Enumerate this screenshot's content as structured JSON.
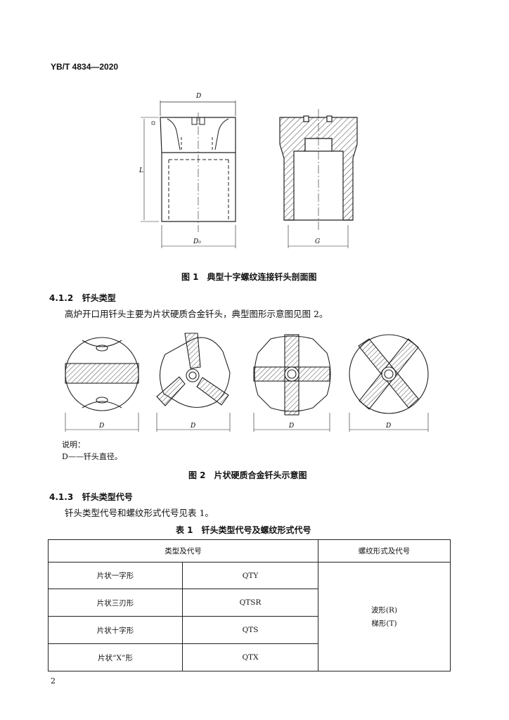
{
  "header": {
    "std_code": "YB/T 4834—2020"
  },
  "figure1": {
    "caption": "图 1　典型十字螺纹连接钎头剖面图",
    "labels": {
      "d": "D",
      "l": "L",
      "d0": "D₀",
      "g": "G"
    }
  },
  "section_412": {
    "number": "4.1.2",
    "title": "钎头类型",
    "text": "高炉开口用钎头主要为片状硬质合金钎头，典型图形示意图见图 2。"
  },
  "figure2": {
    "label_d": "D",
    "legend_title": "说明：",
    "legend_item": "D——钎头直径。",
    "caption": "图 2　片状硬质合金钎头示意图"
  },
  "section_413": {
    "number": "4.1.3",
    "title": "钎头类型代号",
    "text": "钎头类型代号和螺纹形式代号见表 1。"
  },
  "table1": {
    "caption": "表 1　钎头类型代号及螺纹形式代号",
    "header_type": "类型及代号",
    "header_thread": "螺纹形式及代号",
    "rows": [
      {
        "name": "片状一字形",
        "code": "QTY"
      },
      {
        "name": "片状三刃形",
        "code": "QTSR"
      },
      {
        "name": "片状十字形",
        "code": "QTS"
      },
      {
        "name": "片状“X”形",
        "code": "QTX"
      }
    ],
    "thread_1": "波形(R)",
    "thread_2": "梯形(T)"
  },
  "footer": {
    "page_number": "2"
  }
}
